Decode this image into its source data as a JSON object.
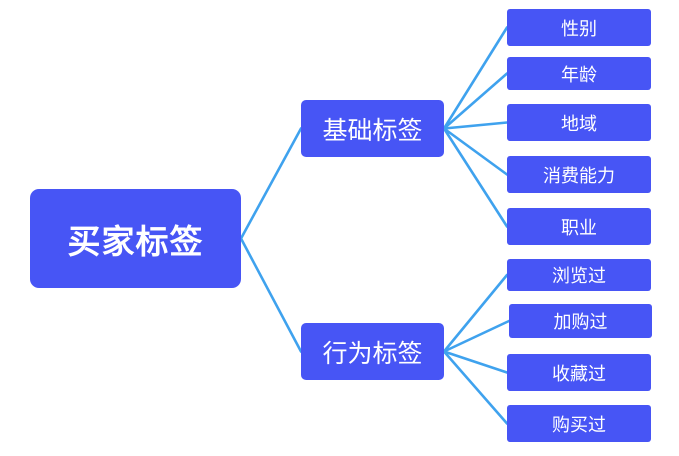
{
  "diagram": {
    "title": "买家标签",
    "colors": {
      "node_fill": "#4755f5",
      "node_text": "#ffffff",
      "connector": "#3fa2ee"
    },
    "root": {
      "label": "买家标签"
    },
    "branches": [
      {
        "label": "基础标签",
        "children": [
          {
            "label": "性别"
          },
          {
            "label": "年龄"
          },
          {
            "label": "地域"
          },
          {
            "label": "消费能力"
          },
          {
            "label": "职业"
          }
        ]
      },
      {
        "label": "行为标签",
        "children": [
          {
            "label": "浏览过"
          },
          {
            "label": "加购过"
          },
          {
            "label": "收藏过"
          },
          {
            "label": "购买过"
          }
        ]
      }
    ]
  }
}
